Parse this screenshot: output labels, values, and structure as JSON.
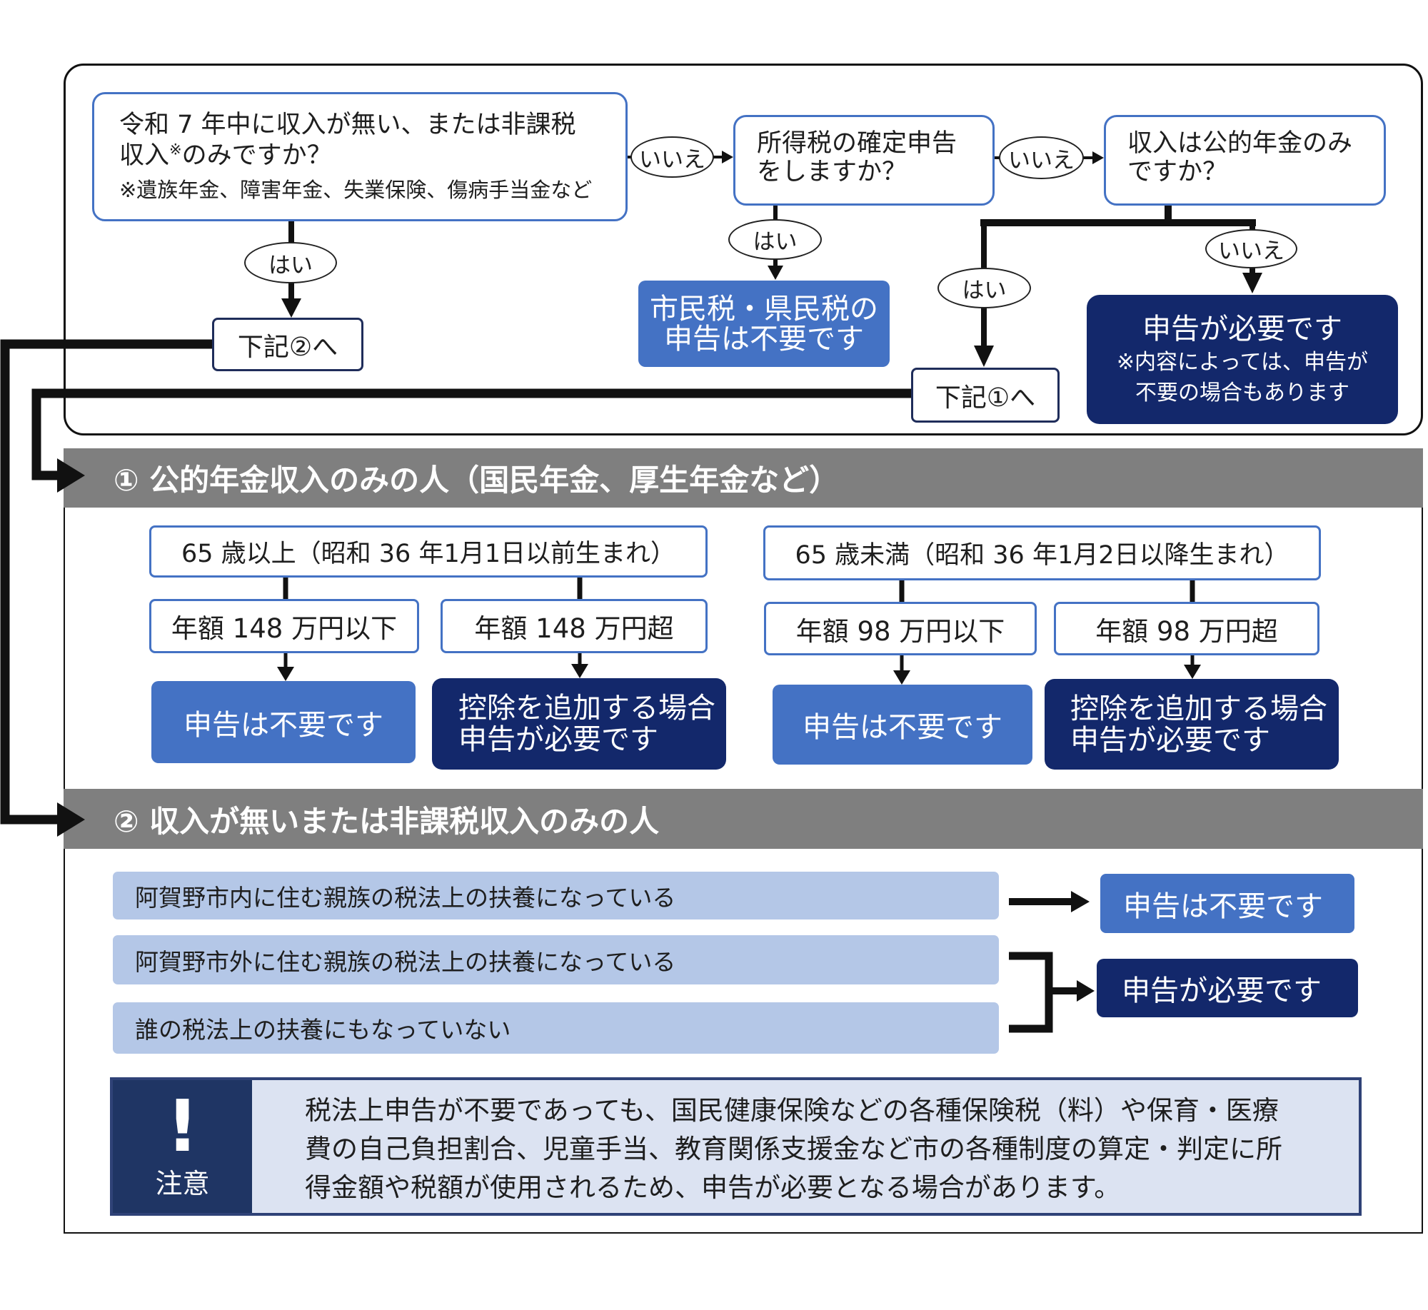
{
  "flow": {
    "q1": {
      "line1": "令和 7 年中に収入が無い、または非課税",
      "line2_pre": "収入",
      "line2_mark": "※",
      "line2_post": "のみですか？",
      "note": "※遺族年金、障害年金、失業保険、傷病手当金など"
    },
    "q1_no": "いいえ",
    "q1_yes": "はい",
    "q2": {
      "line1": "所得税の確定申告",
      "line2": "をしますか？"
    },
    "q2_no": "いいえ",
    "q2_yes": "はい",
    "q3": {
      "line1": "収入は公的年金のみ",
      "line2": "ですか？"
    },
    "q3_yes": "はい",
    "q3_no": "いいえ",
    "goto_section2": "下記②へ",
    "goto_section1": "下記①へ",
    "resident_tax_result": {
      "line1": "市民税・県民税の",
      "line2": "申告は不要です"
    },
    "required_result": {
      "title": "申告が必要です",
      "note_line1": "※内容によっては、申告が",
      "note_line2": "不要の場合もあります"
    }
  },
  "section1": {
    "title": "① 公的年金収入のみの人（国民年金、厚生年金など）",
    "groups": [
      {
        "header": "65 歳以上（昭和 36 年1月1日以前生まれ）",
        "options": [
          {
            "condition": "年額 148 万円以下",
            "result": [
              "申告は不要です"
            ]
          },
          {
            "condition": "年額 148 万円超",
            "result": [
              "控除を追加する場合",
              "申告が必要です"
            ]
          }
        ]
      },
      {
        "header": "65 歳未満（昭和 36 年1月2日以降生まれ）",
        "options": [
          {
            "condition": "年額 98 万円以下",
            "result": [
              "申告は不要です"
            ]
          },
          {
            "condition": "年額 98 万円超",
            "result": [
              "控除を追加する場合",
              "申告が必要です"
            ]
          }
        ]
      }
    ]
  },
  "section2": {
    "title": "② 収入が無いまたは非課税収入のみの人",
    "conditions": [
      "阿賀野市内に住む親族の税法上の扶養になっている",
      "阿賀野市外に住む親族の税法上の扶養になっている",
      "誰の税法上の扶養にもなっていない"
    ],
    "result_not_required": "申告は不要です",
    "result_required": "申告が必要です"
  },
  "notice": {
    "mark": "!",
    "label": "注意",
    "lines": [
      "税法上申告が不要であっても、国民健康保険などの各種保険税（料）や保育・医療",
      "費の自己負担割合、児童手当、教育関係支援金など市の各種制度の算定・判定に所",
      "得金額や税額が使用されるため、申告が必要となる場合があります。"
    ]
  },
  "colors": {
    "question_border": "#4472C4",
    "not_required_fill": "#4472C4",
    "required_fill": "#13286B",
    "section_header": "#7F7F7F",
    "condition_fill": "#B4C7E7",
    "notice_fill": "#DCE3F2",
    "notice_badge": "#1F3564"
  }
}
